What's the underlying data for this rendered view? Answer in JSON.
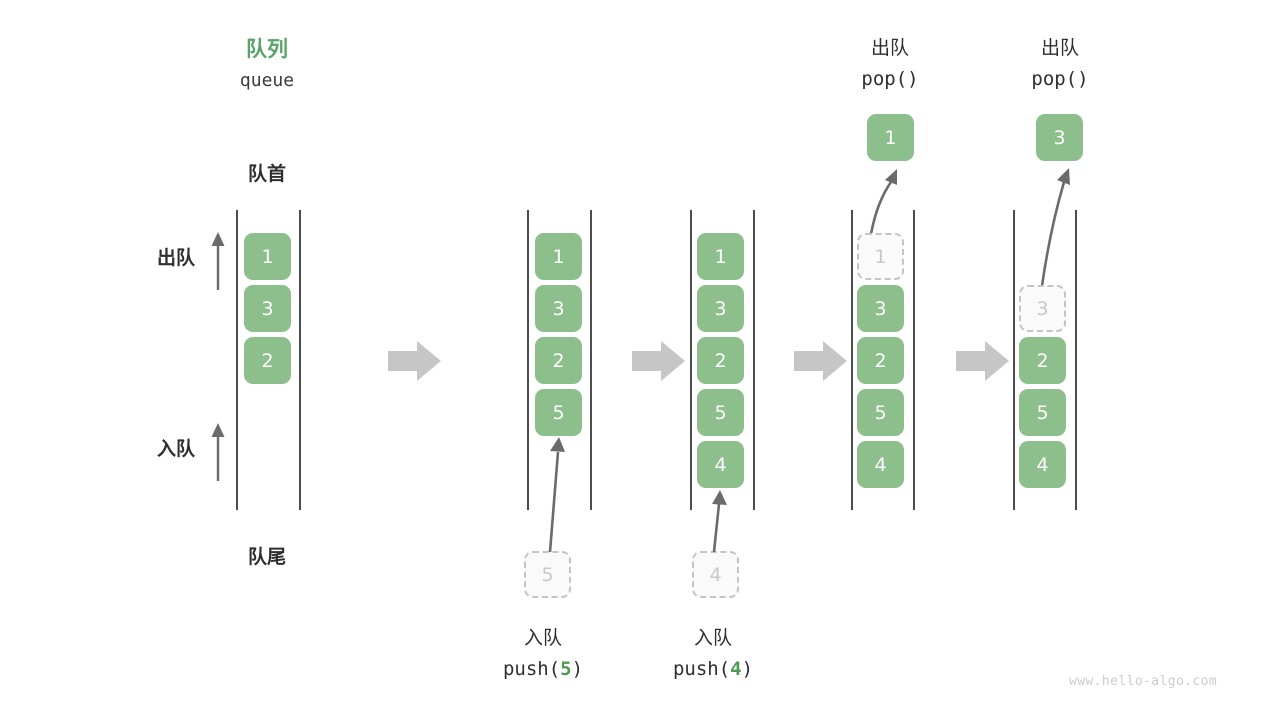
{
  "diagram": {
    "title_cn": "队列",
    "title_en": "queue",
    "front_label": "队首",
    "rear_label": "队尾",
    "dequeue_label": "出队",
    "enqueue_label": "入队",
    "watermark": "www.hello-algo.com",
    "colors": {
      "cell_green": "#8cbf8c",
      "accent_green": "#5aa469",
      "rail_gray": "#4d4d4d",
      "arrow_gray": "#c6c6c6",
      "ghost_border": "#c4c4c4",
      "text_dark": "#2f2f2f",
      "watermark_gray": "#cccccc"
    }
  },
  "stages": [
    {
      "id": "stage-initial",
      "cells": [
        "1",
        "3",
        "2"
      ],
      "ghost_index": -1,
      "top_label_cn": "",
      "top_label_code": "",
      "popped_value": "",
      "bottom_label_cn": "",
      "bottom_label_code_prefix": "",
      "bottom_label_code_value": "",
      "bottom_label_code_suffix": "",
      "incoming_value": ""
    },
    {
      "id": "stage-push-5",
      "cells": [
        "1",
        "3",
        "2",
        "5"
      ],
      "ghost_index": -1,
      "top_label_cn": "",
      "top_label_code": "",
      "popped_value": "",
      "bottom_label_cn": "入队",
      "bottom_label_code_prefix": "push(",
      "bottom_label_code_value": "5",
      "bottom_label_code_suffix": ")",
      "incoming_value": "5"
    },
    {
      "id": "stage-push-4",
      "cells": [
        "1",
        "3",
        "2",
        "5",
        "4"
      ],
      "ghost_index": -1,
      "top_label_cn": "",
      "top_label_code": "",
      "popped_value": "",
      "bottom_label_cn": "入队",
      "bottom_label_code_prefix": "push(",
      "bottom_label_code_value": "4",
      "bottom_label_code_suffix": ")",
      "incoming_value": "4"
    },
    {
      "id": "stage-pop-1",
      "cells": [
        "1",
        "3",
        "2",
        "5",
        "4"
      ],
      "ghost_index": 0,
      "top_label_cn": "出队",
      "top_label_code": "pop()",
      "popped_value": "1",
      "bottom_label_cn": "",
      "bottom_label_code_prefix": "",
      "bottom_label_code_value": "",
      "bottom_label_code_suffix": "",
      "incoming_value": ""
    },
    {
      "id": "stage-pop-3",
      "cells": [
        "3",
        "2",
        "5",
        "4"
      ],
      "ghost_index": 0,
      "top_label_cn": "出队",
      "top_label_code": "pop()",
      "popped_value": "3",
      "bottom_label_cn": "",
      "bottom_label_code_prefix": "",
      "bottom_label_code_value": "",
      "bottom_label_code_suffix": "",
      "incoming_value": ""
    }
  ],
  "flow_arrows": [
    {
      "name": "flow-arrow-1"
    },
    {
      "name": "flow-arrow-2"
    },
    {
      "name": "flow-arrow-3"
    },
    {
      "name": "flow-arrow-4"
    }
  ]
}
